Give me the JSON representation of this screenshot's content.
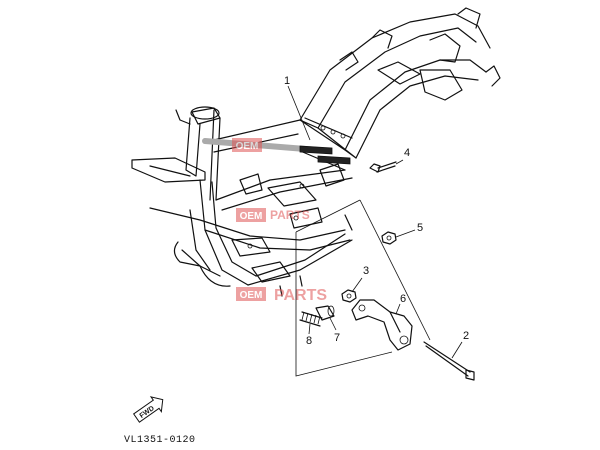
{
  "diagram": {
    "code": "VL1351-0120",
    "fwd_label": "FWD",
    "watermark": {
      "brand_left": "OEM",
      "brand_right": "PARTS",
      "color": "#e05555"
    },
    "callouts": [
      {
        "id": "1",
        "label": "1"
      },
      {
        "id": "2",
        "label": "2"
      },
      {
        "id": "3",
        "label": "3"
      },
      {
        "id": "4",
        "label": "4"
      },
      {
        "id": "5",
        "label": "5"
      },
      {
        "id": "6",
        "label": "6"
      },
      {
        "id": "7",
        "label": "7"
      },
      {
        "id": "8",
        "label": "8"
      }
    ]
  }
}
